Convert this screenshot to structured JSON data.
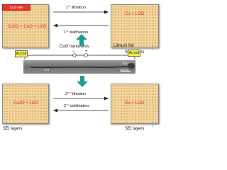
{
  "stages": {
    "top_left": {
      "bar": "CuO-NW",
      "label": "Cu2O + CuO + Li2O"
    },
    "top_right": {
      "label": "Cu + Li2O",
      "sei": "SEI layers"
    },
    "bottom_left": {
      "label": "Cu2O + Li2O",
      "sei": "SEI layers"
    },
    "bottom_right": {
      "label": "Cu + Li2O",
      "sei": "SEI layers"
    }
  },
  "arrows": {
    "lith1": {
      "num": "1",
      "sup": "st",
      "text": " lithiation"
    },
    "delith1": {
      "num": "1",
      "sup": "st",
      "text": " delithiation"
    },
    "lith2": {
      "num": "2",
      "sup": "nd",
      "text": " lithiation"
    },
    "delith2": {
      "num": "2",
      "sup": "nd",
      "text": " delithiation"
    }
  },
  "setup": {
    "nanowires_label": "CuO nanowires",
    "left_rod": "Au rod",
    "right_rod": "Au rod",
    "lithium_label": "Lithium foil",
    "minus": "−",
    "plus": "+",
    "tem_left": "Au",
    "tem_time": "0 s",
    "tem_right": "ILE",
    "scale_bar": "200nm"
  },
  "colors": {
    "box_fill": "#f4d7a2",
    "label_red": "#e6261f",
    "arrow_teal": "#1f9e8e",
    "rod_yellow": "#f2e65a",
    "sei_blue": "#6aaee0"
  }
}
